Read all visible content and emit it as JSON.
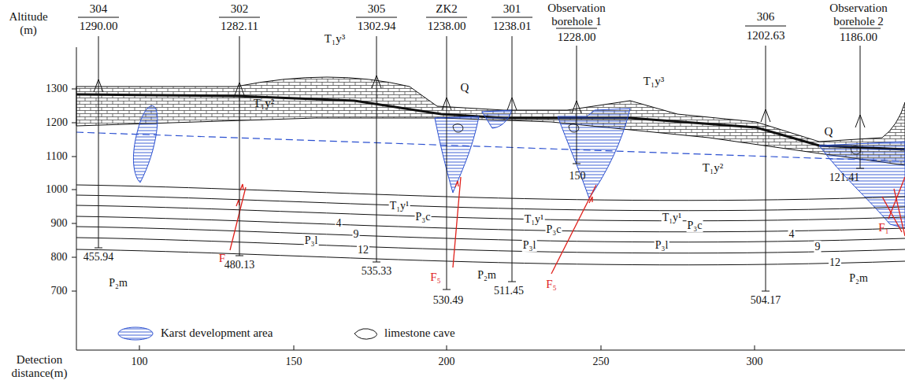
{
  "diagram": {
    "labels": [
      "Altitude (m)",
      "1300",
      "1200",
      "1100",
      "1000",
      "900",
      "800",
      "700",
      "304",
      "1290.00",
      "302",
      "1282.11",
      "305",
      "1302.94",
      "ZK2",
      "1238.00",
      "301",
      "1238.01",
      "Observation borehole 1",
      "1228.00",
      "306",
      "1202.63",
      "Observation borehole 2",
      "1186.00",
      "T₁y³",
      "T₁y²",
      "Q",
      "T₁y³",
      "Q",
      "150",
      "T₁y²",
      "121.41",
      "T₁y¹",
      "T₁y¹",
      "T₁y¹",
      "P₃c",
      "P₃c",
      "P₃c",
      "4",
      "9",
      "12",
      "P₃l",
      "P₃l",
      "P₃l",
      "4",
      "9",
      "12",
      "P₂m",
      "P₂m",
      "P₂m",
      "F",
      "F₅",
      "F₅",
      "F₁",
      "455.94",
      "480.13",
      "535.33",
      "530.49",
      "511.45",
      "504.17",
      "100",
      "150",
      "200",
      "250",
      "300",
      "Detection distance(m)"
    ],
    "legend": [
      {
        "text": "Karst development area"
      },
      {
        "text": "limestone cave"
      }
    ]
  }
}
